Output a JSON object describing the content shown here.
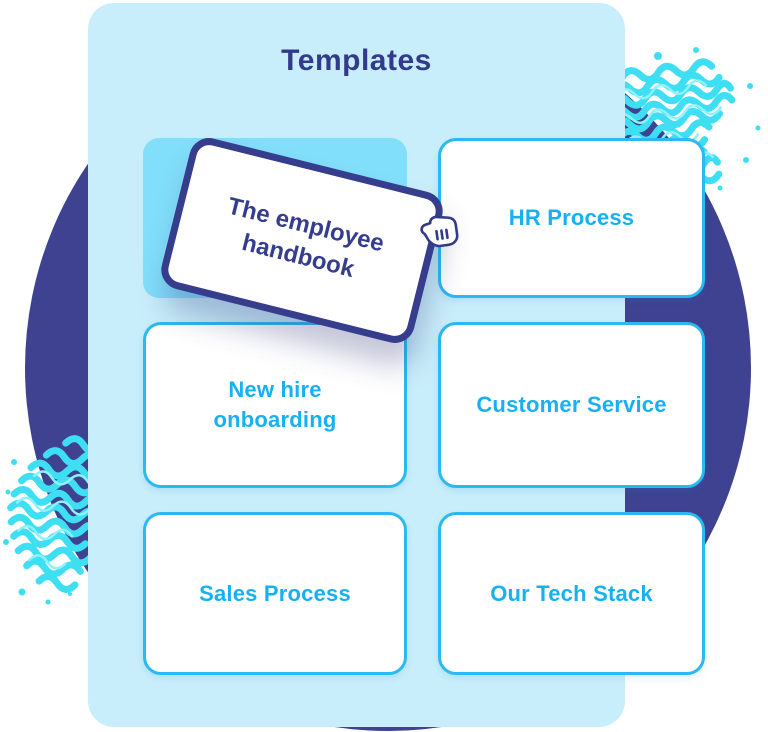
{
  "panel": {
    "title": "Templates"
  },
  "dragged_card": {
    "label": "The employee handbook",
    "state": "dragging"
  },
  "cards": [
    {
      "id": "hr-process",
      "label": "HR Process"
    },
    {
      "id": "new-hire-onboarding",
      "label": "New hire onboarding"
    },
    {
      "id": "customer-service",
      "label": "Customer Service"
    },
    {
      "id": "sales-process",
      "label": "Sales Process"
    },
    {
      "id": "our-tech-stack",
      "label": "Our Tech Stack"
    }
  ],
  "icons": {
    "cursor": "grab-hand-cursor",
    "decor_top_right": "cyan-scribble-texture",
    "decor_bottom_left": "cyan-scribble-texture"
  },
  "colors": {
    "panel_bg": "#c9eefb",
    "slot_bg": "#82dffb",
    "card_bg": "#ffffff",
    "card_border": "#2ab9f0",
    "card_text": "#17b1f2",
    "navy": "#363d8d",
    "title_text": "#333a8c",
    "circle_bg": "#3e4291",
    "scribble": "#3edff2"
  }
}
